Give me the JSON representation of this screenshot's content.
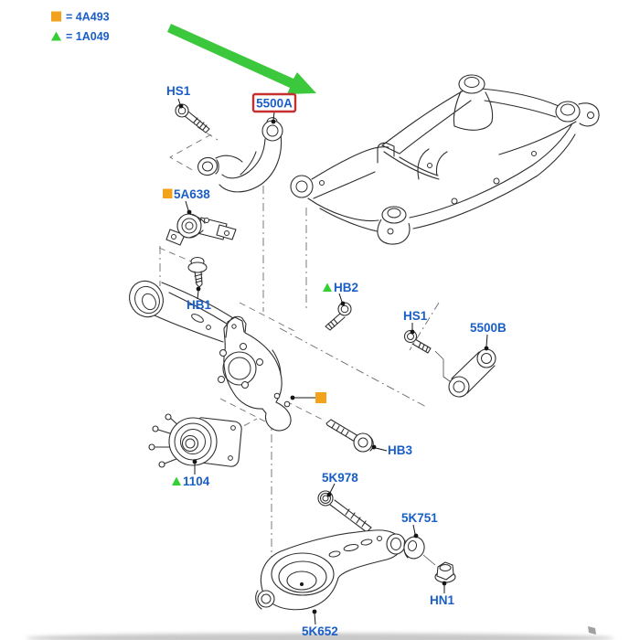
{
  "colors": {
    "label_blue": "#1a5ec7",
    "marker_orange": "#f2a31b",
    "marker_green": "#33cf33",
    "arrow_green": "#3cc83c",
    "highlight_red": "#c52f2f",
    "line_dark": "#2e2e2e"
  },
  "legend": {
    "square_label": "= 4A493",
    "triangle_label": "= 1A049"
  },
  "callouts": {
    "selected": "5500A",
    "hs1_upper": "HS1",
    "bracket": "5A638",
    "hb1": "HB1",
    "hb2": "HB2",
    "hs1_lower": "HS1",
    "link": "5500B",
    "hb3": "HB3",
    "bolt_5k978": "5K978",
    "hub": "1104",
    "washer": "5K751",
    "nut": "HN1",
    "lower_arm": "5K652"
  }
}
